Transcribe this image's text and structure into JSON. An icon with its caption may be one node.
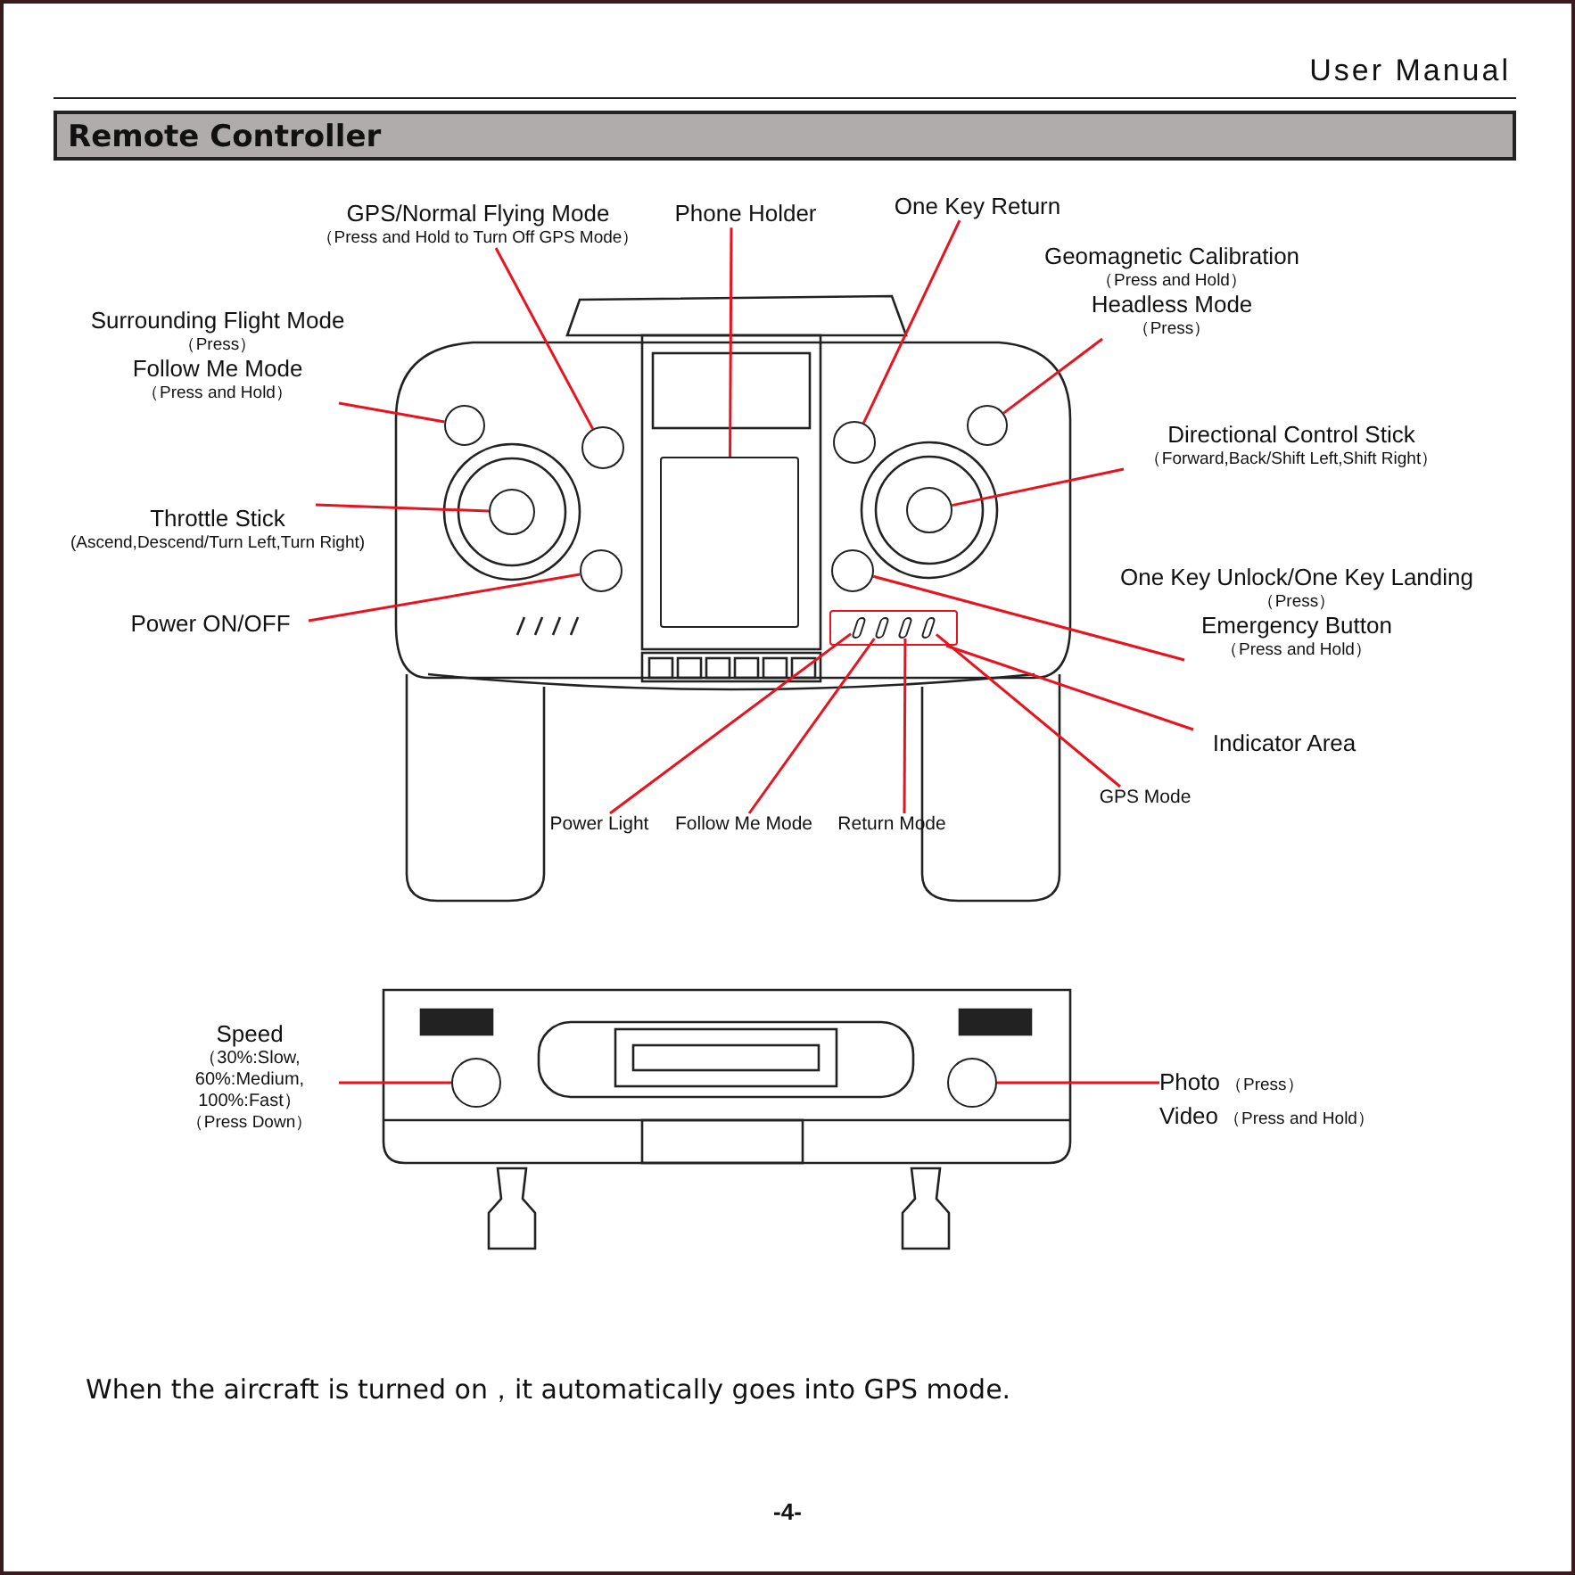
{
  "diagram": {
    "title": "Remote Controller",
    "caption": "When the aircraft is turned on，it automatically goes into GPS mode.",
    "nodes": [
      {
        "text": [
          "GPS/Normal Flying Mode",
          "（Press and Hold to Turn Off GPS Mode）"
        ]
      },
      {
        "text": [
          "Phone Holder"
        ]
      },
      {
        "text": [
          "One Key Return"
        ]
      },
      {
        "text": [
          "Geomagnetic Calibration",
          "（Press and Hold）",
          "Headless Mode",
          "（Press）"
        ]
      },
      {
        "text": [
          "Surrounding Flight Mode",
          "（Press）",
          "Follow Me Mode",
          "（Press and Hold）"
        ]
      },
      {
        "text": [
          "Directional Control Stick",
          "（Forward,Back/Shift Left,Shift Right）"
        ]
      },
      {
        "text": [
          "Throttle Stick",
          "(Ascend,Descend/Turn Left,Turn Right)"
        ]
      },
      {
        "text": [
          "One Key Unlock/One Key Landing",
          "（Press）",
          "Emergency Button",
          "（Press and Hold）"
        ]
      },
      {
        "text": [
          "Power ON/OFF"
        ]
      },
      {
        "text": [
          "Indicator Area"
        ]
      },
      {
        "text": [
          "Power Light"
        ]
      },
      {
        "text": [
          "Follow Me Mode"
        ]
      },
      {
        "text": [
          "Return Mode"
        ]
      },
      {
        "text": [
          "GPS Mode"
        ]
      },
      {
        "text": [
          "Speed",
          "（30%:Slow, 60%:Medium, 100%:Fast）",
          "（Press Down）"
        ]
      },
      {
        "text": [
          "Photo",
          "（Press）",
          "Video",
          "（Press and Hold）"
        ]
      },
      {
        "text": [],
        "shape": "circle"
      },
      {
        "text": [],
        "shape": "box"
      },
      {
        "text": [],
        "shape": "circle"
      },
      {
        "text": [],
        "shape": "circle"
      },
      {
        "text": [],
        "shape": "circle"
      },
      {
        "text": [],
        "shape": "circle"
      },
      {
        "text": [],
        "shape": "circle"
      },
      {
        "text": [],
        "shape": "circle"
      },
      {
        "text": [],
        "shape": "circle"
      },
      {
        "text": [],
        "shape": "box"
      },
      {
        "text": [],
        "shape": "bar",
        "in": 25
      },
      {
        "text": [],
        "shape": "bar",
        "in": 25
      },
      {
        "text": [],
        "shape": "bar",
        "in": 25
      },
      {
        "text": [],
        "shape": "bar",
        "in": 25
      },
      {
        "text": [],
        "shape": "circle"
      },
      {
        "text": [],
        "shape": "circle"
      }
    ],
    "edges": [
      {
        "from": 0,
        "to": 16,
        "arrow": "none"
      },
      {
        "from": 1,
        "to": 17,
        "arrow": "none"
      },
      {
        "from": 2,
        "to": 18,
        "arrow": "none"
      },
      {
        "from": 3,
        "to": 19,
        "arrow": "none"
      },
      {
        "from": 4,
        "to": 20,
        "arrow": "none"
      },
      {
        "from": 5,
        "to": 21,
        "arrow": "none"
      },
      {
        "from": 6,
        "to": 22,
        "arrow": "none"
      },
      {
        "from": 7,
        "to": 23,
        "arrow": "none"
      },
      {
        "from": 8,
        "to": 24,
        "arrow": "none"
      },
      {
        "from": 9,
        "to": 25,
        "arrow": "none"
      },
      {
        "from": 10,
        "to": 26,
        "arrow": "none"
      },
      {
        "from": 11,
        "to": 27,
        "arrow": "none"
      },
      {
        "from": 12,
        "to": 28,
        "arrow": "none"
      },
      {
        "from": 13,
        "to": 29,
        "arrow": "none"
      },
      {
        "from": 14,
        "to": 30,
        "arrow": "none"
      },
      {
        "from": 15,
        "to": 31,
        "arrow": "none"
      }
    ],
    "labels": [
      "User Manual",
      "-4-"
    ]
  }
}
